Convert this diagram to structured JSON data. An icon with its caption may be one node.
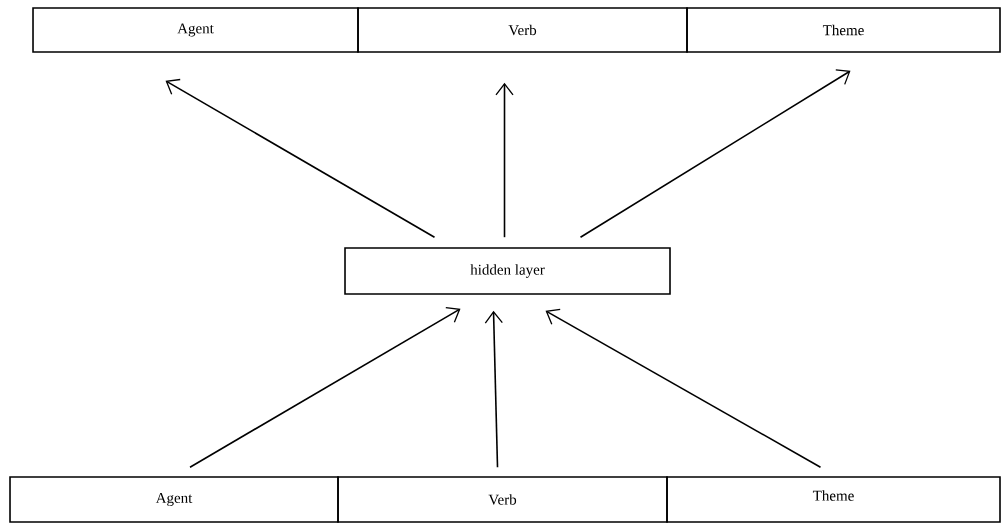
{
  "diagram": {
    "nodes": [
      {
        "text": [
          "Agent"
        ]
      },
      {
        "text": [
          "Verb"
        ]
      },
      {
        "text": [
          "Theme"
        ]
      },
      {
        "text": [
          "hidden layer"
        ]
      },
      {
        "text": [
          "Agent"
        ]
      },
      {
        "text": [
          "Verb"
        ]
      },
      {
        "text": [
          "Theme"
        ]
      }
    ],
    "edges": [
      {
        "from": 4,
        "to": 3,
        "arrow": "to"
      },
      {
        "from": 5,
        "to": 3,
        "arrow": "to"
      },
      {
        "from": 6,
        "to": 3,
        "arrow": "to"
      },
      {
        "from": 3,
        "to": 0,
        "arrow": "to"
      },
      {
        "from": 3,
        "to": 1,
        "arrow": "to"
      },
      {
        "from": 3,
        "to": 2,
        "arrow": "to"
      }
    ]
  }
}
